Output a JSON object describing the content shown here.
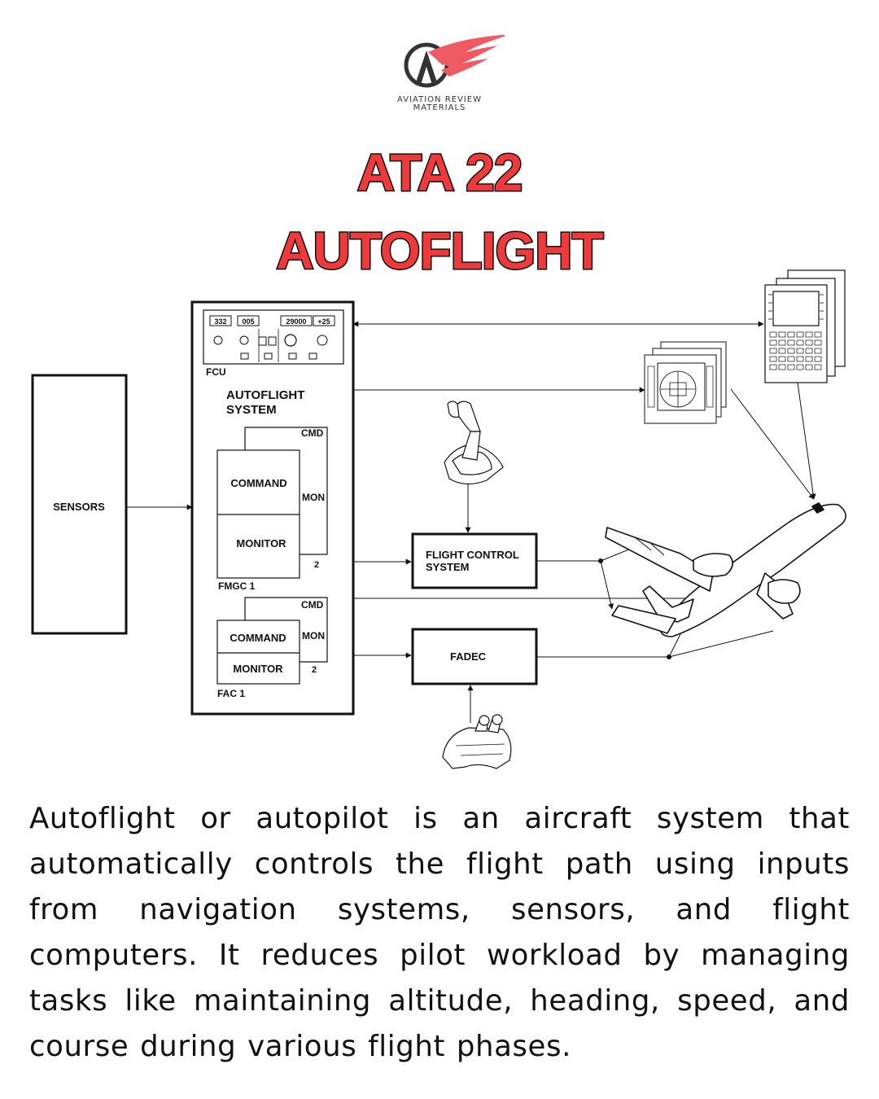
{
  "brand": {
    "line1": "AVIATION REVIEW",
    "line2": "MATERIALS",
    "colors": {
      "red": "#ef5a63",
      "dark": "#333333"
    }
  },
  "headline": {
    "line1": "ATA 22",
    "line2": "AUTOFLIGHT",
    "fill_color": "#ee3a3a",
    "outline_color": "#111111"
  },
  "diagram": {
    "sensors": "SENSORS",
    "fcu": "FCU",
    "fcu_readouts": [
      "332",
      "005",
      "29000",
      "+25"
    ],
    "autoflight_system": [
      "AUTOFLIGHT",
      "SYSTEM"
    ],
    "fmgc": {
      "cmd": "CMD",
      "command": "COMMAND",
      "mon": "MON",
      "monitor": "MONITOR",
      "number": "2",
      "name": "FMGC 1"
    },
    "fac": {
      "cmd": "CMD",
      "command": "COMMAND",
      "mon": "MON",
      "monitor": "MONITOR",
      "number": "2",
      "name": "FAC 1"
    },
    "flight_control_system": [
      "FLIGHT CONTROL",
      "SYSTEM"
    ],
    "fadec": "FADEC",
    "icons": [
      "fcu-panel-icon",
      "mcdu-icon",
      "flight-display-icon",
      "sidestick-icon",
      "thrust-lever-icon",
      "aircraft-icon"
    ]
  },
  "description": "Autoflight or autopilot is an aircraft system that automatically controls the flight path using inputs from navigation systems, sensors, and flight computers. It reduces pilot workload by managing tasks like maintaining altitude, heading, speed, and course during various flight phases."
}
